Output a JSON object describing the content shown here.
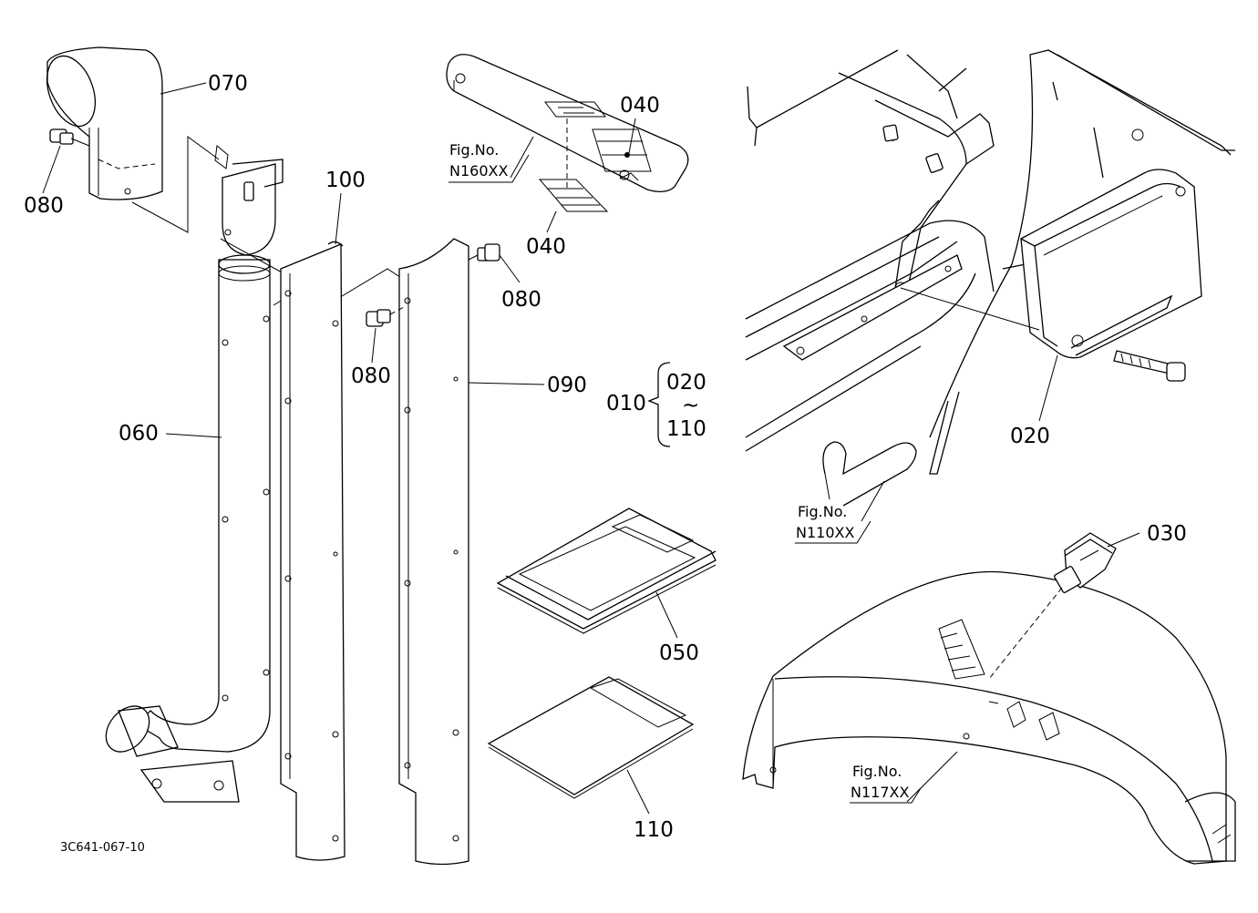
{
  "drawing": {
    "code": "3C641-067-10",
    "parts": [
      {
        "id": "p070",
        "label": "070"
      },
      {
        "id": "p080a",
        "label": "080"
      },
      {
        "id": "p100",
        "label": "100"
      },
      {
        "id": "p080b",
        "label": "080"
      },
      {
        "id": "p080c",
        "label": "080"
      },
      {
        "id": "p090",
        "label": "090"
      },
      {
        "id": "p060",
        "label": "060"
      },
      {
        "id": "p040a",
        "label": "040"
      },
      {
        "id": "p040b",
        "label": "040"
      },
      {
        "id": "p010",
        "label": "010"
      },
      {
        "id": "p020set",
        "label": "020"
      },
      {
        "id": "ptilde",
        "label": "~"
      },
      {
        "id": "p110set",
        "label": "110"
      },
      {
        "id": "p050",
        "label": "050"
      },
      {
        "id": "p110",
        "label": "110"
      },
      {
        "id": "p020",
        "label": "020"
      },
      {
        "id": "p030",
        "label": "030"
      }
    ],
    "figrefs": [
      {
        "id": "fig160",
        "title": "Fig.No.",
        "number": "N160XX"
      },
      {
        "id": "fig110",
        "title": "Fig.No.",
        "number": "N110XX"
      },
      {
        "id": "fig117",
        "title": "Fig.No.",
        "number": "N117XX"
      }
    ]
  }
}
